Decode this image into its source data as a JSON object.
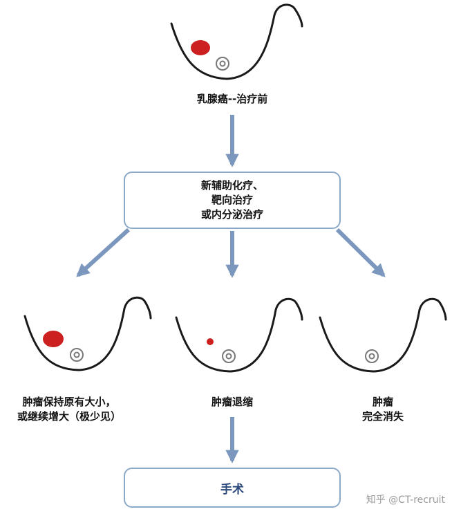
{
  "top_label": "乳腺癌--治疗前",
  "treatment_box": {
    "lines": [
      "新辅助化疗、",
      "靶向治疗",
      "或内分泌治疗"
    ]
  },
  "outcomes": [
    {
      "lines": [
        "肿瘤保持原有大小，",
        "或继续增大（极少见）"
      ]
    },
    {
      "lines": [
        "肿瘤退缩"
      ]
    },
    {
      "lines": [
        "肿瘤",
        "完全消失"
      ]
    }
  ],
  "surgery_box": {
    "label": "手术"
  },
  "watermark": "知乎 @CT-recruit",
  "colors": {
    "arrow": "#7b97bd",
    "box_border": "#8aa8c8",
    "tumor": "#cc1f1f",
    "breast_line": "#1a1a1a",
    "nipple": "#777777"
  }
}
